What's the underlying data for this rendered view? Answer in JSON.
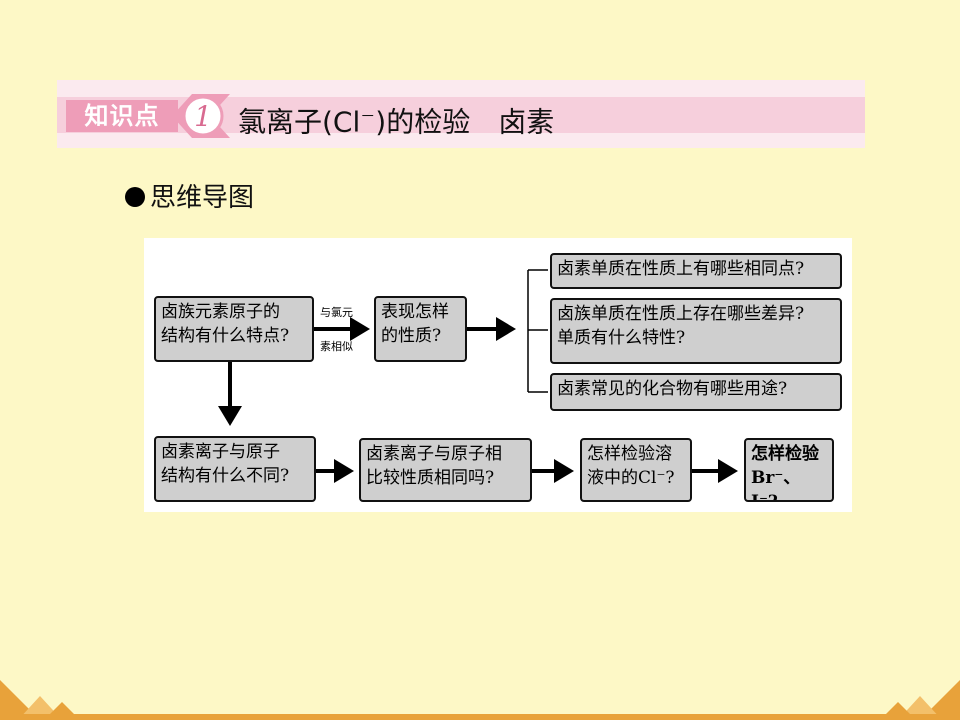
{
  "header": {
    "badge_label": "知识点",
    "badge_number": "1",
    "title": "氯离子(Cl",
    "title_sup": "－",
    "title_rest": ")的检验　卤素"
  },
  "section": {
    "title": "思维导图"
  },
  "diagram": {
    "nodes": {
      "halogen_structure": "卤族元素原子的\n结构有什么特点?",
      "properties": "表现怎样\n的性质?",
      "similarities": "卤素单质在性质上有哪些相同点?",
      "differences": "卤族单质在性质上存在哪些差异?\n单质有什么特性?",
      "compounds": "卤素常见的化合物有哪些用途?",
      "ion_vs_atom": "卤素离子与原子\n结构有什么不同?",
      "ion_atom_compare": "卤素离子与原子相\n比较性质相同吗?",
      "detect_cl": "怎样检验溶\n液中的Cl⁻?",
      "detect_br_i": "怎样检验\nBr⁻、I⁻?"
    },
    "edge_label_top": "与氯元",
    "edge_label_bottom": "素相似"
  }
}
